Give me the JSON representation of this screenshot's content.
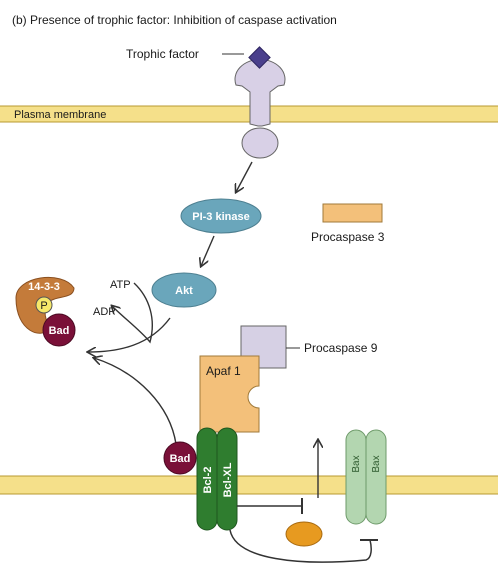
{
  "title": "(b)  Presence of trophic factor: Inhibition of caspase activation",
  "labels": {
    "trophic_factor": "Trophic factor",
    "plasma_membrane": "Plasma membrane",
    "pi3_kinase": "PI-3 kinase",
    "procaspase_3": "Procaspase 3",
    "akt": "Akt",
    "atp": "ATP",
    "adp": "ADP",
    "protein_14_3_3": "14-3-3",
    "phosphate": "P",
    "bad_phosphorylated": "Bad",
    "procaspase_9": "Procaspase 9",
    "apaf1": "Apaf 1",
    "bad_bound": "Bad",
    "bcl2": "Bcl-2",
    "bclxl": "Bcl-XL",
    "bax_left": "Bax",
    "bax_right": "Bax"
  },
  "colors": {
    "membrane": "#f5e08a",
    "membrane_line": "#b89a30",
    "receptor": "#d8d0e6",
    "trophic_factor": "#4a3f8c",
    "pi3_kinase": "#6aa6bb",
    "akt": "#6aa6bb",
    "procaspase": "#f3c07a",
    "bad": "#7a1038",
    "protein_14_3_3": "#c47b3a",
    "phosphate": "#f5e86a",
    "procaspase_9": "#d6d0e4",
    "bcl2": "#2f7d2f",
    "bax": "#b3d6b0",
    "cytochrome_c": "#e79a20"
  }
}
